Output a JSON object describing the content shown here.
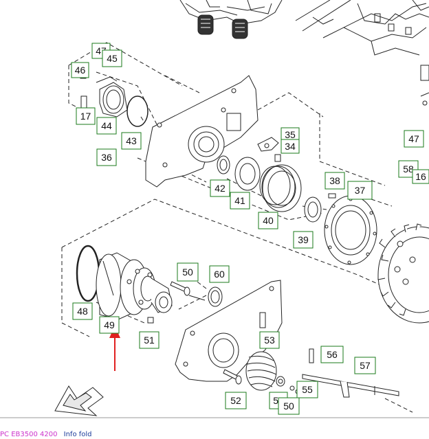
{
  "callouts": [
    {
      "label": "47"
    },
    {
      "label": "45"
    },
    {
      "label": "46"
    },
    {
      "label": "17"
    },
    {
      "label": "44"
    },
    {
      "label": "43"
    },
    {
      "label": "36"
    },
    {
      "label": "35"
    },
    {
      "label": "34"
    },
    {
      "label": "42"
    },
    {
      "label": "41"
    },
    {
      "label": "40"
    },
    {
      "label": "38"
    },
    {
      "label": "37"
    },
    {
      "label": "39"
    },
    {
      "label": "47"
    },
    {
      "label": "58"
    },
    {
      "label": "16"
    },
    {
      "label": "50"
    },
    {
      "label": "60"
    },
    {
      "label": "48"
    },
    {
      "label": "49"
    },
    {
      "label": "51"
    },
    {
      "label": "53"
    },
    {
      "label": "56"
    },
    {
      "label": "57"
    },
    {
      "label": "52"
    },
    {
      "label": "54"
    },
    {
      "label": "55"
    },
    {
      "label": "50"
    }
  ],
  "footer": {
    "model_code": "PC EB3500 4200",
    "link_text": "Info fold"
  },
  "colors": {
    "callout_border": "#1a7a1a",
    "arrow": "#e02020",
    "line_art": "#222222"
  }
}
